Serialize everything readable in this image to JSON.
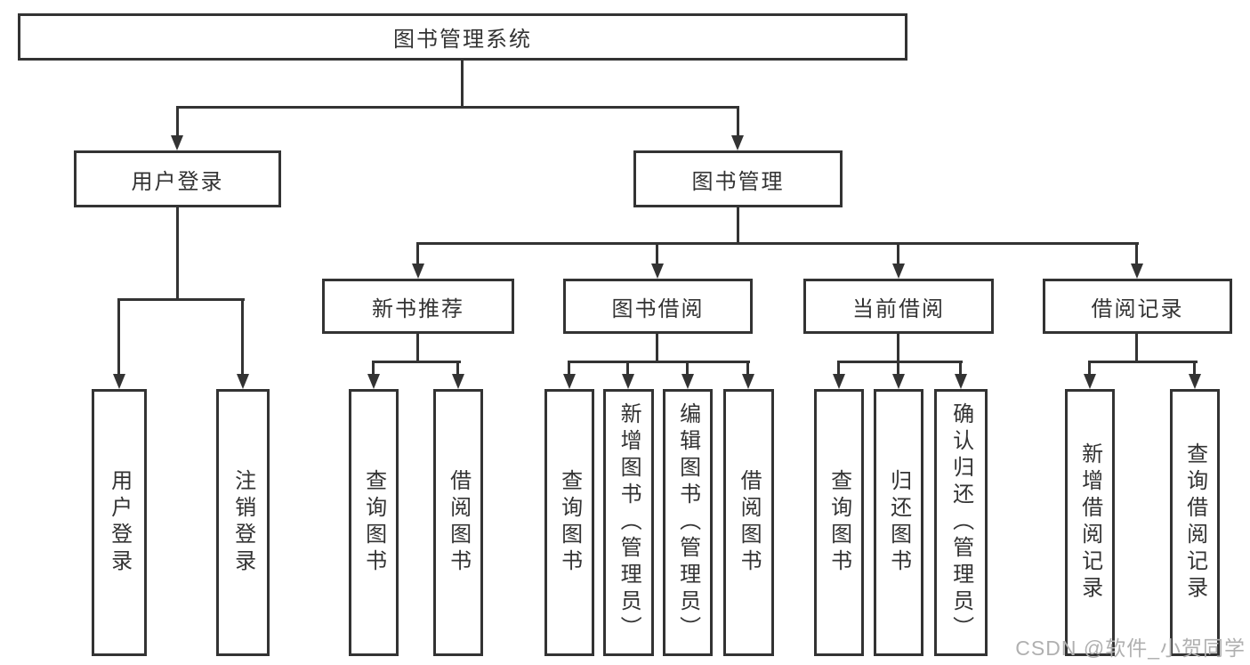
{
  "tree": {
    "root": {
      "label": "图书管理系统"
    },
    "children": [
      {
        "label": "用户登录",
        "children": [
          {
            "label": "用户登录"
          },
          {
            "label": "注销登录"
          }
        ]
      },
      {
        "label": "图书管理",
        "children": [
          {
            "label": "新书推荐",
            "children": [
              {
                "label": "查询图书"
              },
              {
                "label": "借阅图书"
              }
            ]
          },
          {
            "label": "图书借阅",
            "children": [
              {
                "label": "查询图书"
              },
              {
                "label": "新增图书（管理员）"
              },
              {
                "label": "编辑图书（管理员）"
              },
              {
                "label": "借阅图书"
              }
            ]
          },
          {
            "label": "当前借阅",
            "children": [
              {
                "label": "查询图书"
              },
              {
                "label": "归还图书"
              },
              {
                "label": "确认归还（管理员）"
              }
            ]
          },
          {
            "label": "借阅记录",
            "children": [
              {
                "label": "新增借阅记录"
              },
              {
                "label": "查询借阅记录"
              }
            ]
          }
        ]
      }
    ]
  },
  "watermark": "CSDN @软件_小贺同学",
  "colors": {
    "line": "#333333",
    "text": "#333333",
    "background": "#ffffff",
    "watermark": "#b0b0b0"
  }
}
